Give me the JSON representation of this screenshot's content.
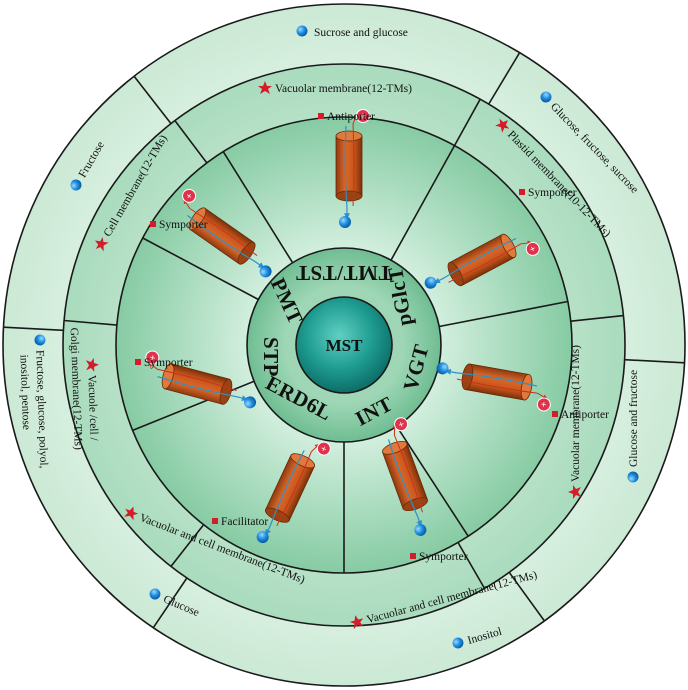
{
  "center": {
    "label": "MST"
  },
  "families": [
    {
      "id": "tmt",
      "label": "TMT/TST",
      "membrane": "Vacuolar membrane(12-TMs)",
      "role": "Antiporter",
      "sugar": "Sucrose and glucose"
    },
    {
      "id": "pglct",
      "label": "pGlcT",
      "membrane": "Plastid membrane(10-12-TMs)",
      "role": "Symporter",
      "sugar": "Glucose, fructose, sucrose"
    },
    {
      "id": "vgt",
      "label": "VGT",
      "membrane": "Vacuolar membrane(12-TMs)",
      "role": "Antiporter",
      "sugar": "Glucose and fructose"
    },
    {
      "id": "int",
      "label": "INT",
      "membrane": "Vacuolar and cell membrane(12-TMs)",
      "role": "Symporter",
      "sugar": "Inositol"
    },
    {
      "id": "erd6l",
      "label": "ERD6L",
      "membrane": "Vacuolar and cell membrane(12-TMs)",
      "role": "Facilitator",
      "sugar": "Glucose"
    },
    {
      "id": "stp",
      "label": "STP",
      "membrane_lines": [
        "Vacuole /cell /",
        "Golgi membrane(12-TMs)"
      ],
      "role": "Symporter",
      "sugar_lines": [
        "Fructose, glucose, polyol,",
        "inositol, pentose"
      ]
    },
    {
      "id": "pmt",
      "label": "PMT",
      "membrane": "Cell membrane(12-TMs)",
      "role": "Symporter",
      "sugar": "Fructose"
    }
  ],
  "colors": {
    "outer_ring": "#d6eedd",
    "middle_ring": "#b8e0c7",
    "inner_fill": "#8fd0ac",
    "label_ring": "#7cc59c",
    "center_dark": "#0e7a74",
    "center_light": "#35b5a8",
    "transporter": "#c8561b",
    "transporter_dark": "#8f3a10",
    "sugar_dot": "#1e8fe0",
    "proton": "#e0324a",
    "star": "#d21e2a",
    "square": "#d21e2a",
    "line": "#1a1a1a"
  }
}
